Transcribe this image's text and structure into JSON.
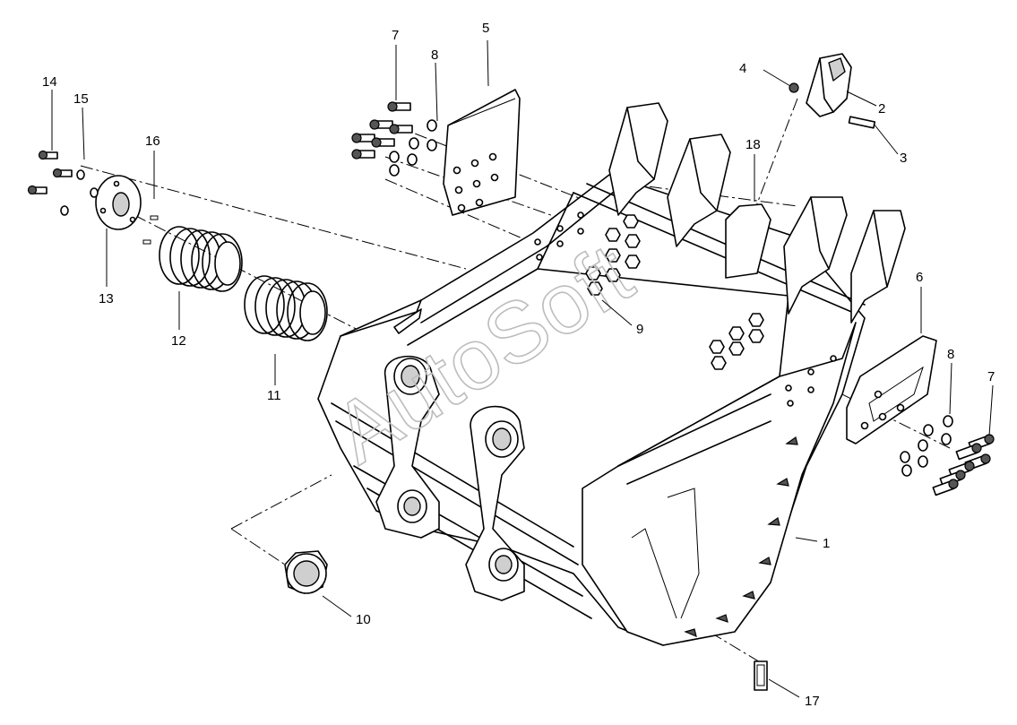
{
  "watermark": "AutoSoft",
  "callouts": [
    "1",
    "2",
    "3",
    "4",
    "5",
    "6",
    "7",
    "7",
    "8",
    "8",
    "9",
    "10",
    "11",
    "12",
    "13",
    "14",
    "15",
    "16",
    "17",
    "18"
  ]
}
